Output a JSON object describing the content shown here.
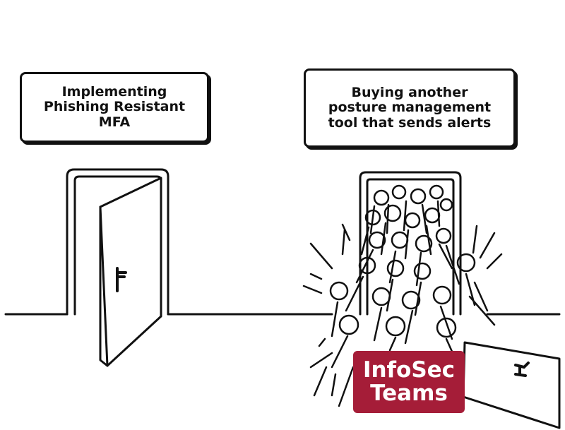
{
  "signs": {
    "left": "Implementing\nPhishing Resistant\nMFA",
    "right": "Buying another\nposture management\ntool that sends alerts"
  },
  "badge": {
    "label": "InfoSec\nTeams",
    "color": "#a51d38"
  }
}
